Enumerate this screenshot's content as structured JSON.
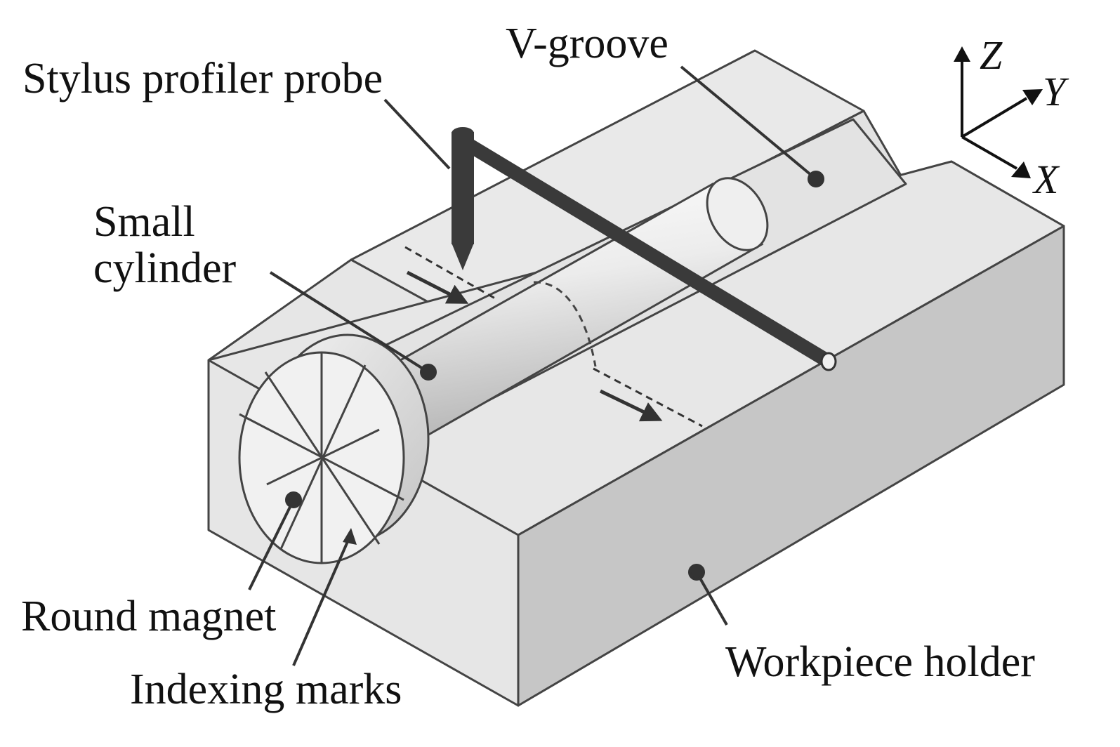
{
  "labels": {
    "stylus_probe": "Stylus profiler probe",
    "v_groove": "V-groove",
    "small_cylinder_line1": "Small",
    "small_cylinder_line2": "cylinder",
    "round_magnet": "Round magnet",
    "indexing_marks": "Indexing marks",
    "workpiece_holder": "Workpiece holder"
  },
  "axes": {
    "z": "Z",
    "y": "Y",
    "x": "X"
  }
}
